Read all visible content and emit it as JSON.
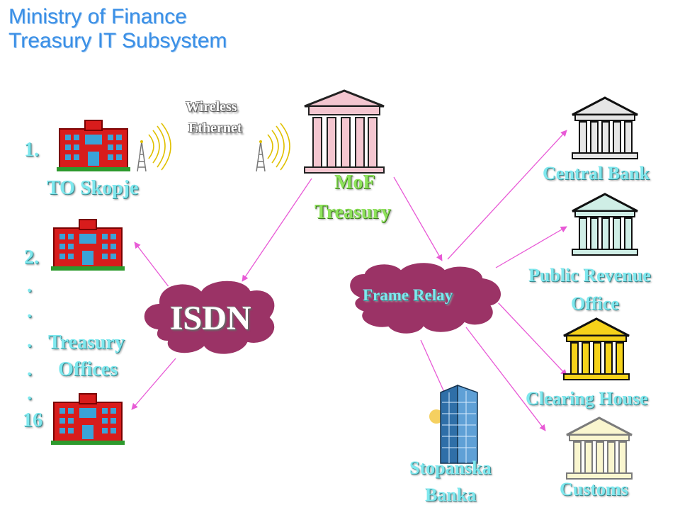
{
  "title": {
    "line1": "Ministry of Finance",
    "line2": "Treasury IT Subsystem"
  },
  "wireless": {
    "line1": "Wireless",
    "line2": "Ethernet"
  },
  "mof": {
    "line1": "MoF",
    "line2": "Treasury"
  },
  "left": {
    "num_first": "1.",
    "to_skopje": "TO Skopje",
    "num_second": "2.",
    "dots": [
      ".",
      ".",
      ".",
      ".",
      "."
    ],
    "treasury": "Treasury",
    "offices": "Offices",
    "num_last": "16"
  },
  "isdn": "ISDN",
  "frame_relay": "Frame Relay",
  "right": {
    "central_bank": "Central Bank",
    "public_revenue_1": "Public Revenue",
    "public_revenue_2": "Office",
    "clearing_house": "Clearing House",
    "customs": "Customs",
    "stopanska_1": "Stopanska",
    "stopanska_2": "Banka"
  },
  "colors": {
    "title": "#3a8fe6",
    "link": "#e85ad6",
    "cloud": "#9b3366",
    "building": "#d81c1c",
    "mof_building": "#f4c6d0"
  },
  "icons": [
    "office-building-icon",
    "antenna-icon",
    "bank-building-icon",
    "skyscraper-icon"
  ]
}
